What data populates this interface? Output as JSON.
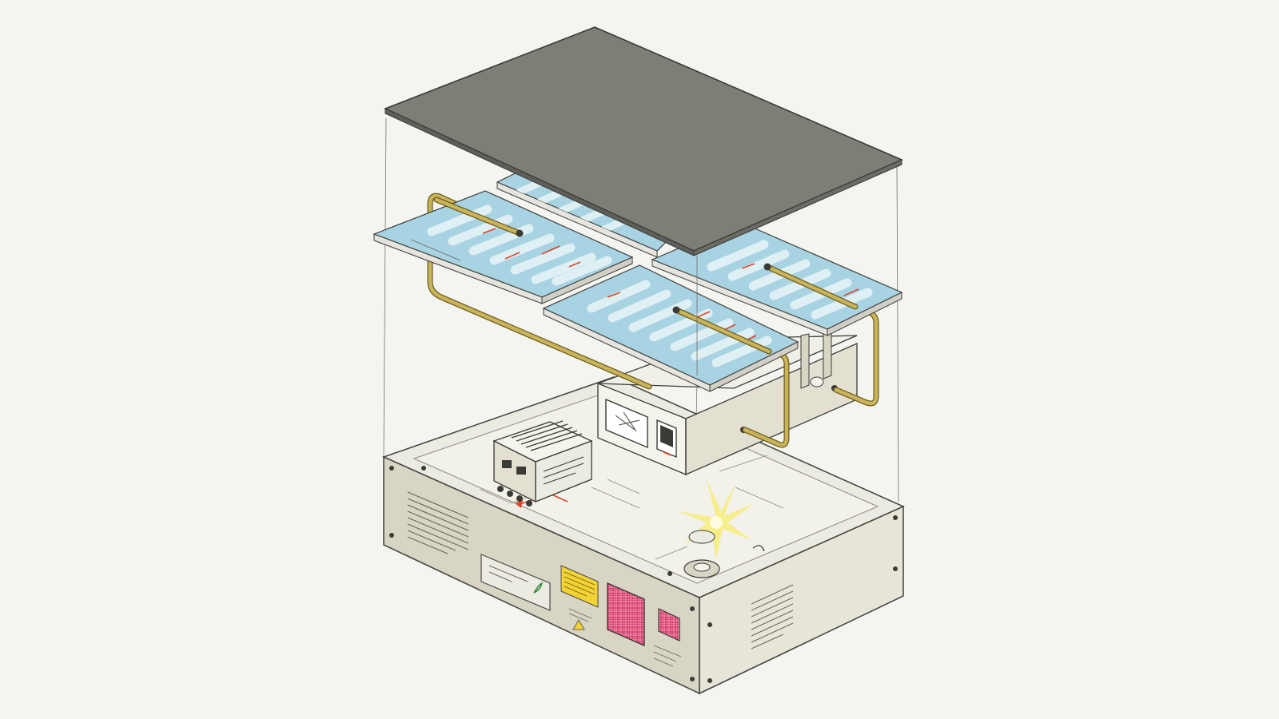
{
  "colors": {
    "background": "#f4f4f1",
    "lid": "#7e7d76",
    "panel_fill": "#a8d3e3",
    "panel_edge": "#e6e4dc",
    "coil": "#dff0f4",
    "heater_wire": "#d9462b",
    "pipe": "#c9b45a",
    "chassis_face": "#d8d5c5",
    "chassis_top": "#ecebe2",
    "warning_label": "#f2d234",
    "vent_grille": "#d6386a",
    "spark": "#f7ec7a"
  },
  "icons": {
    "warning": "warning-triangle-icon",
    "spark": "light-burst-icon",
    "screw": "screw-icon"
  },
  "components": [
    "lid-plate",
    "heating-panel-left",
    "heating-panel-back",
    "heating-panel-center",
    "heating-panel-right",
    "coolant-pipe",
    "control-box",
    "power-supply-module",
    "base-chassis"
  ]
}
